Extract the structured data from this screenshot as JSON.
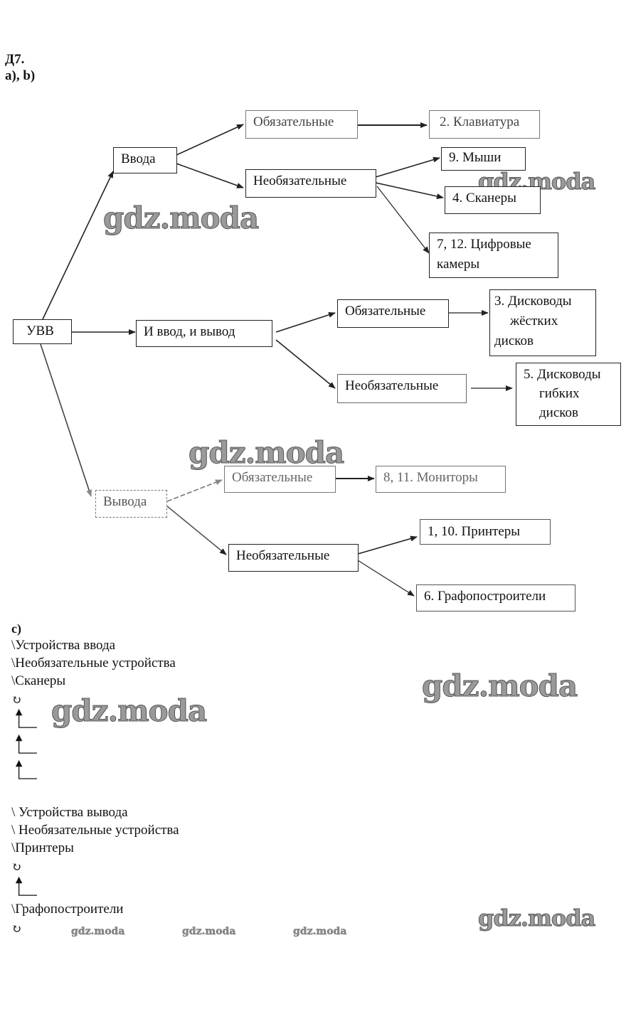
{
  "header": {
    "task": "Д7.",
    "parts_ab": "a), b)",
    "part_c": "c)"
  },
  "diagram": {
    "root": "УВВ",
    "input": {
      "label": "Ввода",
      "mandatory": {
        "label": "Обязательные",
        "items": [
          "2. Клавиатура"
        ]
      },
      "optional": {
        "label": "Необязательные",
        "items": [
          "9. Мыши",
          "4. Сканеры",
          "7, 12. Цифровые камеры"
        ]
      }
    },
    "io": {
      "label": "И ввод, и вывод",
      "mandatory": {
        "label": "Обязательные",
        "items": [
          [
            "3. Дисководы",
            "жёстких",
            "дисков"
          ]
        ]
      },
      "optional": {
        "label": "Необязательные",
        "items": [
          [
            "5. Дисководы",
            "гибких",
            "дисков"
          ]
        ]
      }
    },
    "output": {
      "label": "Вывода",
      "mandatory": {
        "label": "Обязательные",
        "items": [
          "8, 11. Мониторы"
        ]
      },
      "optional": {
        "label": "Необязательные",
        "items": [
          "1, 10. Принтеры",
          "6. Графопостроители"
        ]
      }
    },
    "camera_lines": [
      "7, 12. Цифровые",
      "камеры"
    ]
  },
  "part_c": {
    "path1": [
      "\\Устройства ввода",
      "\\Необязательные устройства",
      "\\Сканеры"
    ],
    "path2": [
      "\\ Устройства вывода",
      "\\ Необязательные устройства",
      "\\Принтеры"
    ],
    "path2_last": "\\Графопостроители",
    "loop_icon": "↻"
  },
  "watermark": "gdz.moda",
  "colors": {
    "line": "#222222",
    "faded": "#777777",
    "watermark": "#9a9a9a"
  }
}
